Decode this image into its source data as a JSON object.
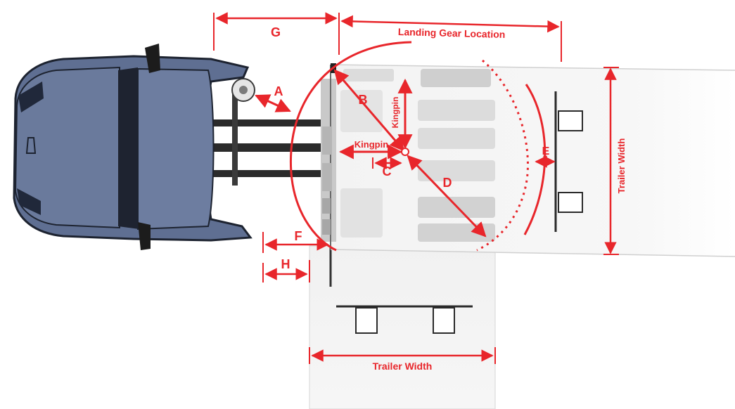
{
  "labels": {
    "g": "G",
    "landing_gear": "Landing Gear Location",
    "a": "A",
    "b": "B",
    "kingpin_vertical": "Kingpin",
    "kingpin_horizontal": "Kingpin",
    "c": "C",
    "d": "D",
    "e": "E",
    "f": "F",
    "h": "H",
    "trailer_width_side": "Trailer Width",
    "trailer_width_bottom": "Trailer Width"
  },
  "colors": {
    "dimension_red": "#e8262b",
    "truck_body": "#5d6d8f",
    "truck_dark": "#1f2533",
    "trailer_fill": "#f1f1f1",
    "trailer_edge": "#cfcfcf"
  }
}
